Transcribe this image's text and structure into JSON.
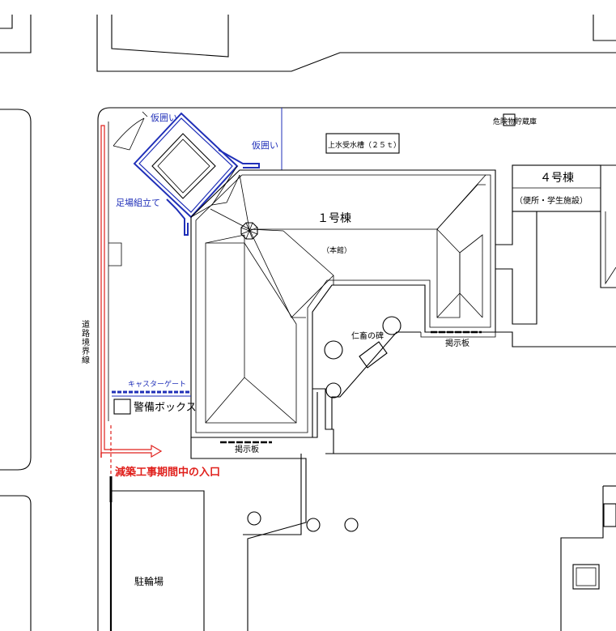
{
  "labels": {
    "karigakoi_1": "仮囲い",
    "karigakoi_2": "仮囲い",
    "ashiba": "足場組立て",
    "water_tank": "上水受水槽（２５ｔ）",
    "hazard_store": "危険物貯蔵庫",
    "building4_name": "４号棟",
    "building4_use": "（便所・学生施設）",
    "building1_name": "１号棟",
    "building1_sub": "（本館）",
    "road_boundary": "道路境界線",
    "caster_gate": "キャスターゲート",
    "guard_box": "警備ボックス",
    "sign_bottom": "掲示板",
    "sign_right": "掲示板",
    "jinchiku": "仁畜の碑",
    "entrance": "減築工事期間中の入口",
    "bicycle": "駐輪場"
  },
  "colors": {
    "line": "#000000",
    "fence": "#1f2fb8",
    "route": "#e0201c"
  }
}
